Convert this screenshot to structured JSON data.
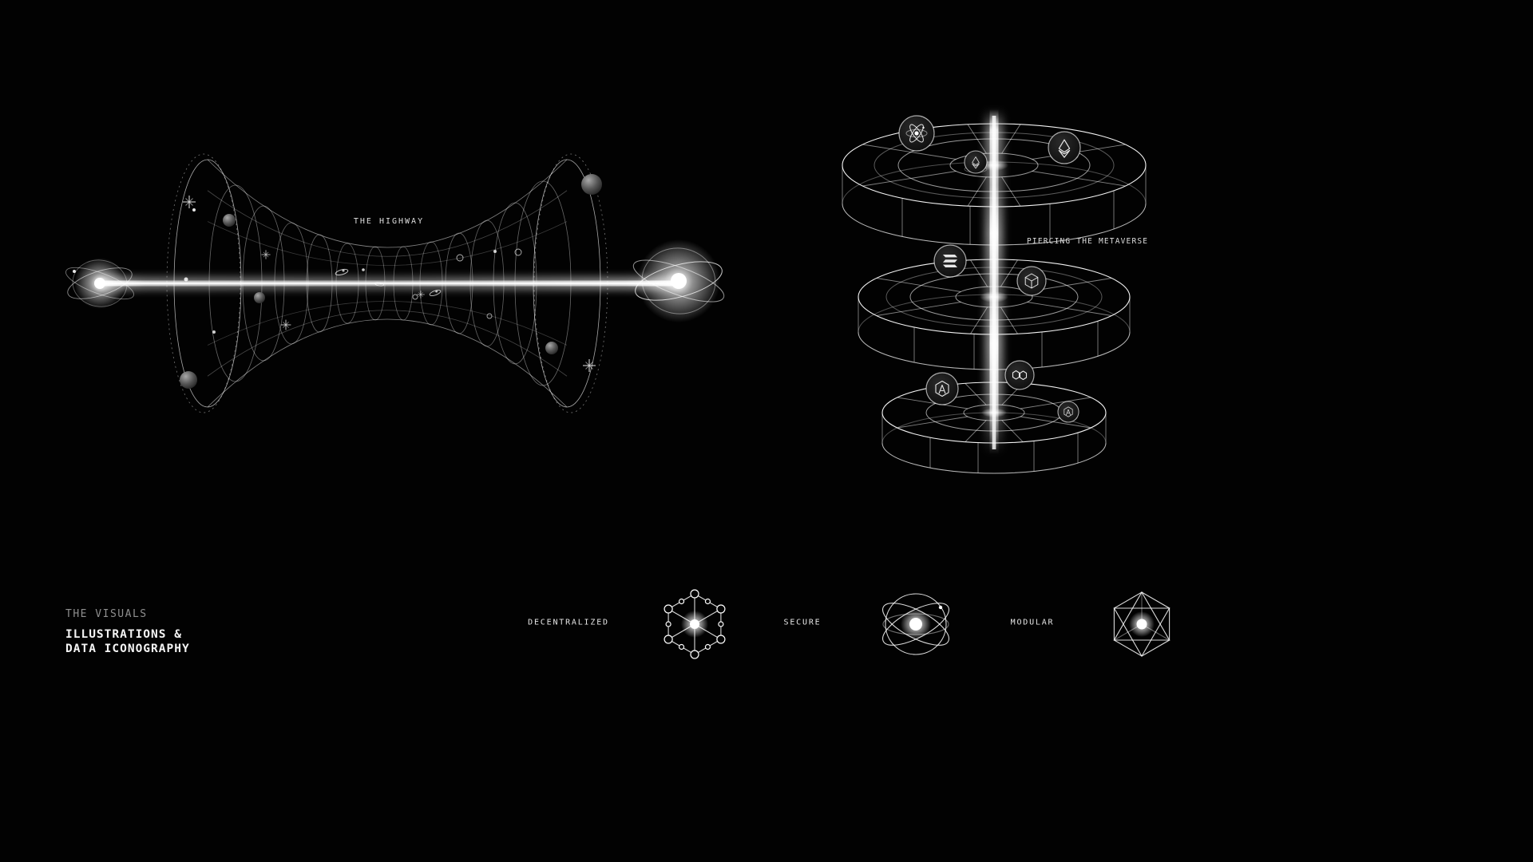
{
  "colors": {
    "background": "#000000",
    "wireframe": "#ffffff",
    "muted_text": "#8f8f8f",
    "text": "#f2f2f2"
  },
  "illustrations": {
    "highway": {
      "label": "THE HIGHWAY"
    },
    "metaverse": {
      "label": "PIERCING THE METAVERSE",
      "coins": [
        "cosmos",
        "ethereum-small",
        "ethereum-large",
        "solana",
        "cube",
        "arbitrum",
        "polygon",
        "arbitrum-small"
      ]
    }
  },
  "features": [
    {
      "label": "DECENTRALIZED",
      "icon": "hex-network-icon"
    },
    {
      "label": "SECURE",
      "icon": "orbit-sphere-icon"
    },
    {
      "label": "MODULAR",
      "icon": "geodesic-icon"
    }
  ],
  "footer": {
    "eyebrow": "THE VISUALS",
    "title_line1": "ILLUSTRATIONS &",
    "title_line2": "DATA ICONOGRAPHY"
  }
}
